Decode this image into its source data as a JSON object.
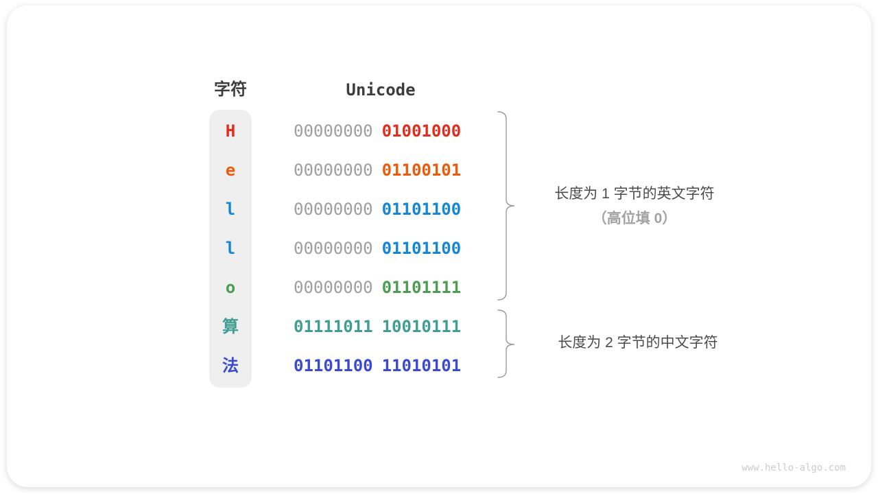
{
  "diagram": {
    "headers": {
      "char_col": "字符",
      "unicode_col": "Unicode"
    },
    "rows": [
      {
        "char": "H",
        "color": "#e02d1c",
        "byte1": "00000000",
        "byte2": "01001000",
        "byte1_colored": false
      },
      {
        "char": "e",
        "color": "#ea5c0c",
        "byte1": "00000000",
        "byte2": "01100101",
        "byte1_colored": false
      },
      {
        "char": "l",
        "color": "#1486d8",
        "byte1": "00000000",
        "byte2": "01101100",
        "byte1_colored": false
      },
      {
        "char": "l",
        "color": "#1486d8",
        "byte1": "00000000",
        "byte2": "01101100",
        "byte1_colored": false
      },
      {
        "char": "o",
        "color": "#4b9e51",
        "byte1": "00000000",
        "byte2": "01101111",
        "byte1_colored": false
      },
      {
        "char": "算",
        "color": "#3f9d92",
        "byte1": "01111011",
        "byte2": "10010111",
        "byte1_colored": true
      },
      {
        "char": "法",
        "color": "#3a4ad2",
        "byte1": "01101100",
        "byte2": "11010101",
        "byte1_colored": true
      }
    ],
    "groups": [
      {
        "line1": "长度为 1 字节的英文字符",
        "line2": "（高位填 0）"
      },
      {
        "line1": "长度为 2 字节的中文字符"
      }
    ],
    "watermark": "www.hello-algo.com"
  },
  "colors": {
    "muted_byte": "#9e9e9e",
    "brace": "#9a9a9a",
    "header_text": "#3d3d3d",
    "annotation_text": "#4b4b4b",
    "annotation_muted": "#a2a2a2",
    "char_column_bg": "#efefef",
    "card_bg": "#ffffff",
    "watermark_text": "#cccccc"
  }
}
